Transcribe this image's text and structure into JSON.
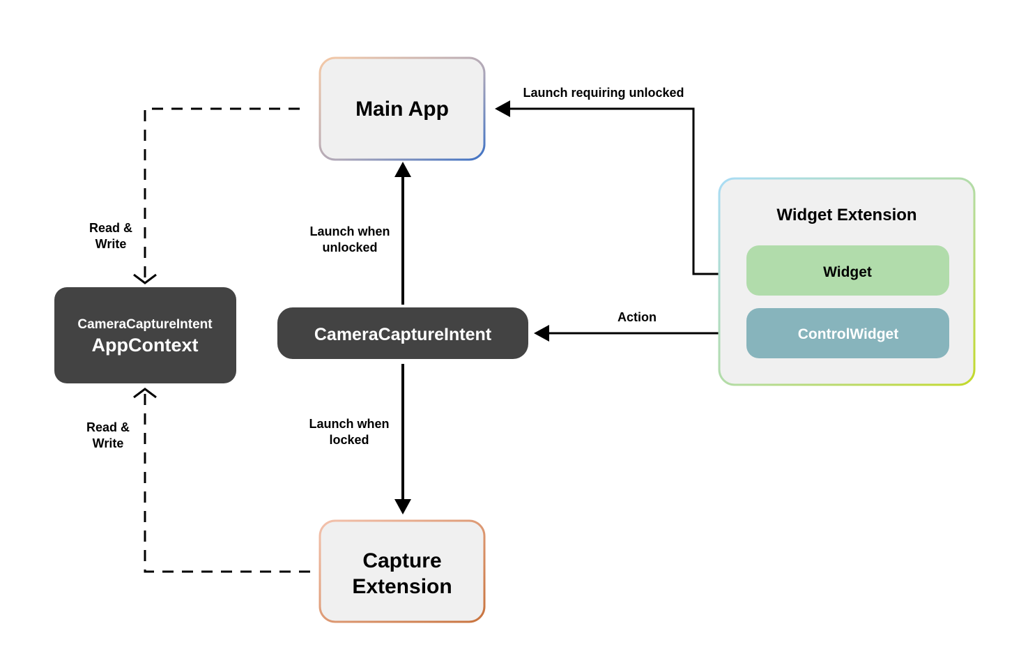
{
  "nodes": {
    "main_app": {
      "label": "Main App"
    },
    "capture_extension": {
      "line1": "Capture",
      "line2": "Extension"
    },
    "camera_capture_intent": {
      "label": "CameraCaptureIntent"
    },
    "app_context": {
      "line1": "CameraCaptureIntent",
      "line2": "AppContext"
    },
    "widget_extension": {
      "title": "Widget Extension",
      "widget": {
        "label": "Widget"
      },
      "control_widget": {
        "label": "ControlWidget"
      }
    }
  },
  "edges": {
    "launch_requiring_unlocked": {
      "label": "Launch requiring unlocked"
    },
    "launch_when_unlocked": {
      "line1": "Launch when",
      "line2": "unlocked"
    },
    "launch_when_locked": {
      "line1": "Launch when",
      "line2": "locked"
    },
    "action": {
      "label": "Action"
    },
    "read_write_top": {
      "line1": "Read &",
      "line2": "Write"
    },
    "read_write_bottom": {
      "line1": "Read &",
      "line2": "Write"
    }
  },
  "colors": {
    "dark_node": "#434343",
    "node_fill": "#f0f0f0",
    "widget_fill": "#b1dcab",
    "control_widget_fill": "#87b4bc",
    "main_app_border_start": "#f5c9a6",
    "main_app_border_end": "#3f72c4",
    "capture_border_start": "#f3c2ad",
    "capture_border_end": "#c8733e",
    "widget_ext_border_start": "#a9dcf5",
    "widget_ext_border_end": "#c3d92a"
  }
}
